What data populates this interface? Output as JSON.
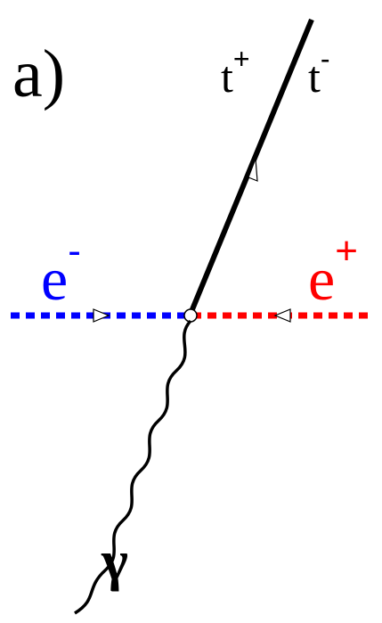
{
  "panel_label": "a)",
  "particles": {
    "electron": {
      "symbol": "e",
      "charge": "-",
      "color": "#0000ff"
    },
    "positron": {
      "symbol": "e",
      "charge": "+",
      "color": "#ff0000"
    },
    "t_plus": {
      "symbol": "t",
      "charge": "+",
      "color": "#000000"
    },
    "t_minus": {
      "symbol": "t",
      "charge": "-",
      "color": "#000000"
    },
    "photon": {
      "symbol": "γ",
      "color": "#000000"
    }
  }
}
